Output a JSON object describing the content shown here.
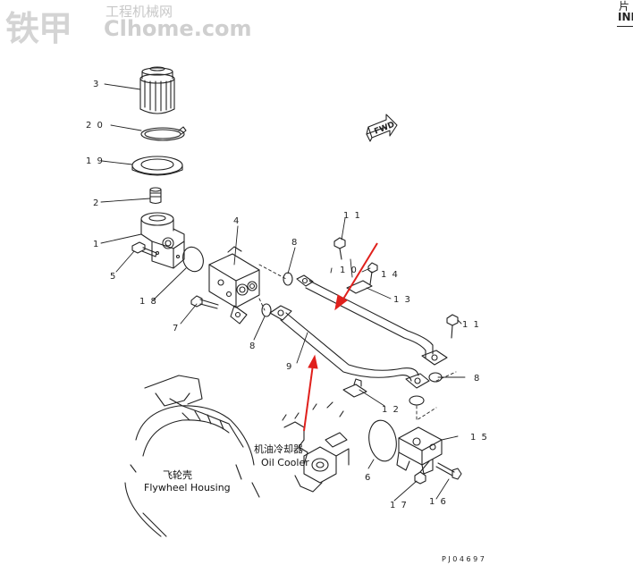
{
  "watermark": {
    "logo": "铁甲",
    "site_name": "工程机械网",
    "url": "Clhome.com"
  },
  "edge_text": {
    "line1": "片",
    "line2": "INI"
  },
  "fwd_label": "FWD",
  "part_numbers": {
    "p1": "1",
    "p2": "2",
    "p3": "3",
    "p4": "4",
    "p5": "5",
    "p6": "6",
    "p7": "7",
    "p8a": "8",
    "p8b": "8",
    "p8c": "8",
    "p9": "9",
    "p10": "1 0",
    "p11a": "1 1",
    "p11b": "1 1",
    "p12": "1 2",
    "p13": "1 3",
    "p14": "1 4",
    "p15": "1 5",
    "p16": "1 6",
    "p17": "1 7",
    "p18": "1 8",
    "p19": "1 9",
    "p20": "2 0"
  },
  "labels": {
    "oil_cooler_cn": "机油冷却器",
    "oil_cooler_en": "Oil Cooler",
    "flywheel_cn": "飞轮壳",
    "flywheel_en": "Flywheel Housing"
  },
  "drawing_code": "P J 0 4 6 9 7",
  "colors": {
    "line": "#222222",
    "arrow": "#e0201c",
    "watermark": "#d0d0d0"
  }
}
